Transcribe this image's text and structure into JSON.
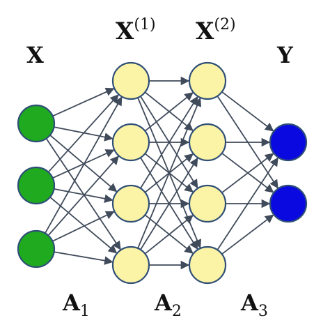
{
  "labels": {
    "input": "X",
    "hidden1_base": "X",
    "hidden1_sup": "(1)",
    "hidden2_base": "X",
    "hidden2_sup": "(2)",
    "output": "Y",
    "weights": [
      {
        "base": "A",
        "sub": "1"
      },
      {
        "base": "A",
        "sub": "2"
      },
      {
        "base": "A",
        "sub": "3"
      }
    ]
  },
  "layers": [
    {
      "name": "input",
      "nodes": 3
    },
    {
      "name": "hidden1",
      "nodes": 4
    },
    {
      "name": "hidden2",
      "nodes": 4
    },
    {
      "name": "output",
      "nodes": 2
    }
  ],
  "colors": {
    "input_fill": "#1faa1f",
    "hidden_fill": "#fbf3a6",
    "output_fill": "#0a0ae0",
    "edge": "#3f4a5a",
    "node_stroke": "#2f4f77"
  }
}
